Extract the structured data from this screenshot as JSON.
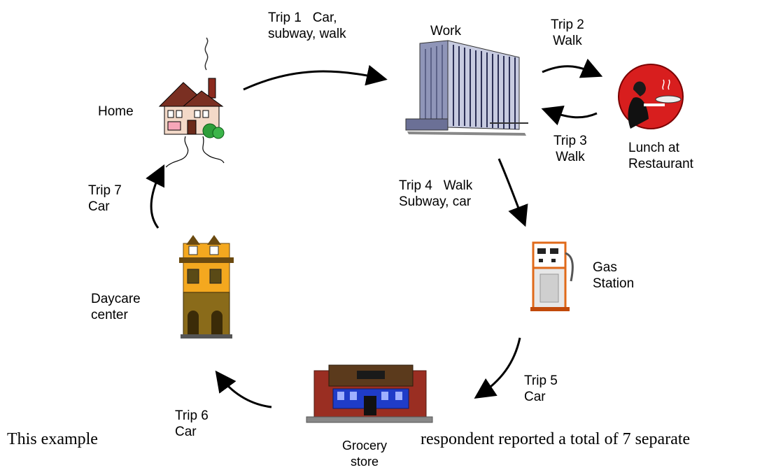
{
  "nodes": {
    "home": "Home",
    "work": "Work",
    "lunch_line1": "Lunch at",
    "lunch_line2": "Restaurant",
    "gas_line1": "Gas",
    "gas_line2": "Station",
    "grocery_line1": "Grocery",
    "grocery_line2": "store",
    "daycare_line1": "Daycare",
    "daycare_line2": "center"
  },
  "trips": {
    "trip1_line1": "Trip 1   Car,",
    "trip1_line2": "subway, walk",
    "trip2_line1": "Trip 2",
    "trip2_line2": "Walk",
    "trip3_line1": "Trip 3",
    "trip3_line2": "Walk",
    "trip4_line1": "Trip 4   Walk",
    "trip4_line2": "Subway, car",
    "trip5_line1": "Trip 5",
    "trip5_line2": "Car",
    "trip6_line1": "Trip 6",
    "trip6_line2": "Car",
    "trip7_line1": "Trip 7",
    "trip7_line2": "Car"
  },
  "body_text": {
    "left": "This example",
    "right": "respondent reported a total of 7 separate"
  },
  "icons": [
    "house-icon",
    "office-building-icon",
    "waiter-icon",
    "gas-pump-icon",
    "grocery-store-icon",
    "daycare-building-icon"
  ]
}
